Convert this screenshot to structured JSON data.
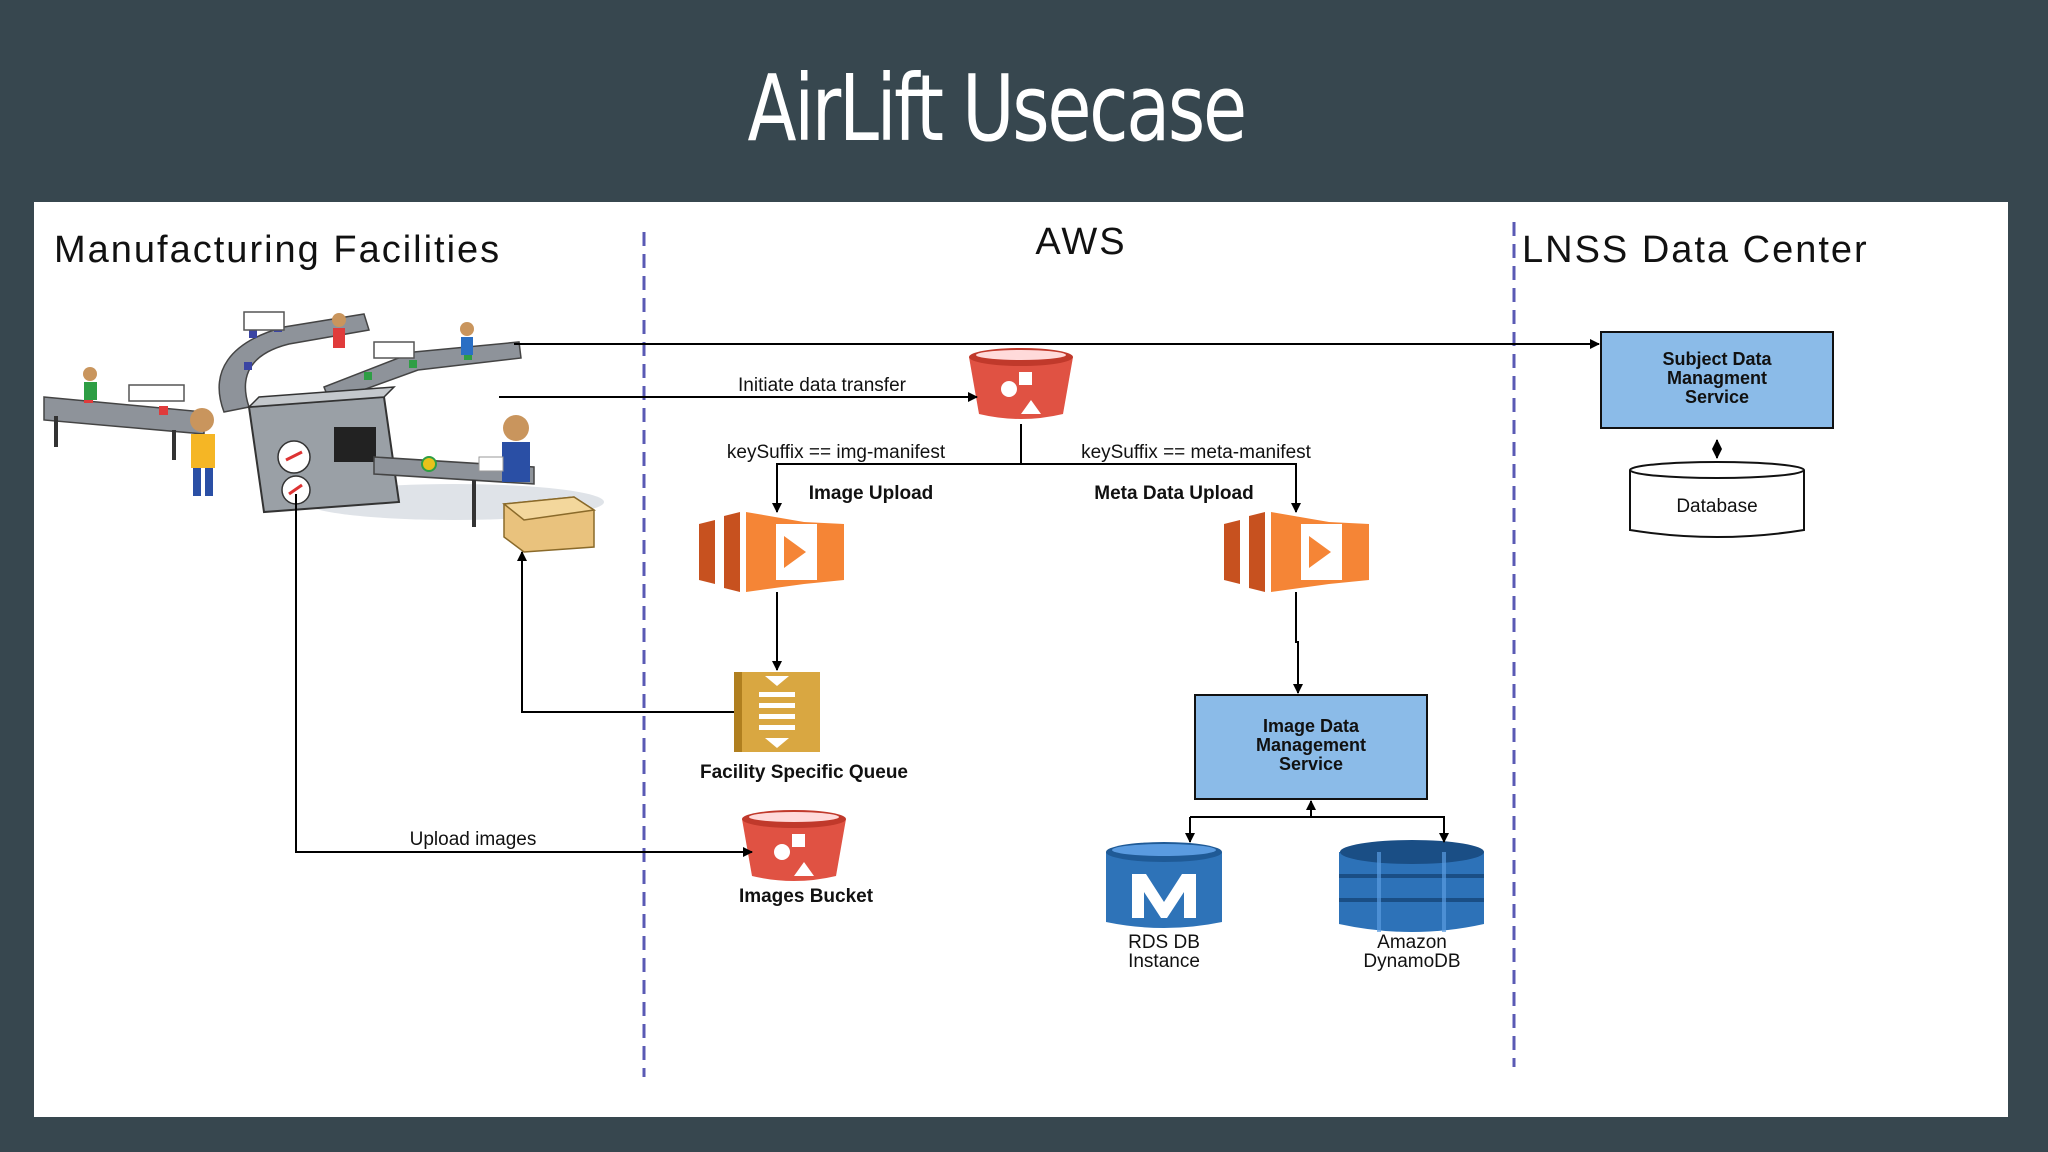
{
  "slide": {
    "title": "AirLift Usecase"
  },
  "zones": {
    "manufacturing": "Manufacturing Facilities",
    "aws": "AWS",
    "lnss": "LNSS Data Center"
  },
  "edges": {
    "initiate": "Initiate data transfer",
    "img_manifest": "keySuffix == img-manifest",
    "meta_manifest": "keySuffix == meta-manifest",
    "upload_images": "Upload images"
  },
  "nodes": {
    "image_upload": "Image Upload",
    "meta_upload": "Meta Data Upload",
    "queue": "Facility Specific Queue",
    "images_bucket": "Images Bucket",
    "subject_service": [
      "Subject Data",
      "Managment",
      "Service"
    ],
    "database": "Database",
    "image_service": [
      "Image Data",
      "Management",
      "Service"
    ],
    "rds": [
      "RDS DB",
      "Instance"
    ],
    "dynamo": [
      "Amazon",
      "DynamoDB"
    ]
  },
  "colors": {
    "background": "#37474f",
    "s3_red": "#e05243",
    "lambda_orange": "#f58536",
    "queue_gold": "#d9a741",
    "service_blue": "#8bbbe8",
    "rds_blue": "#2e73b8",
    "dynamo_blue": "#2d72b8",
    "divider": "#5a5ab4"
  },
  "icons": [
    "s3-bucket-icon",
    "lambda-icon",
    "sqs-queue-icon",
    "rds-icon",
    "dynamodb-icon",
    "database-cylinder-icon",
    "factory-conveyor-illustration"
  ]
}
